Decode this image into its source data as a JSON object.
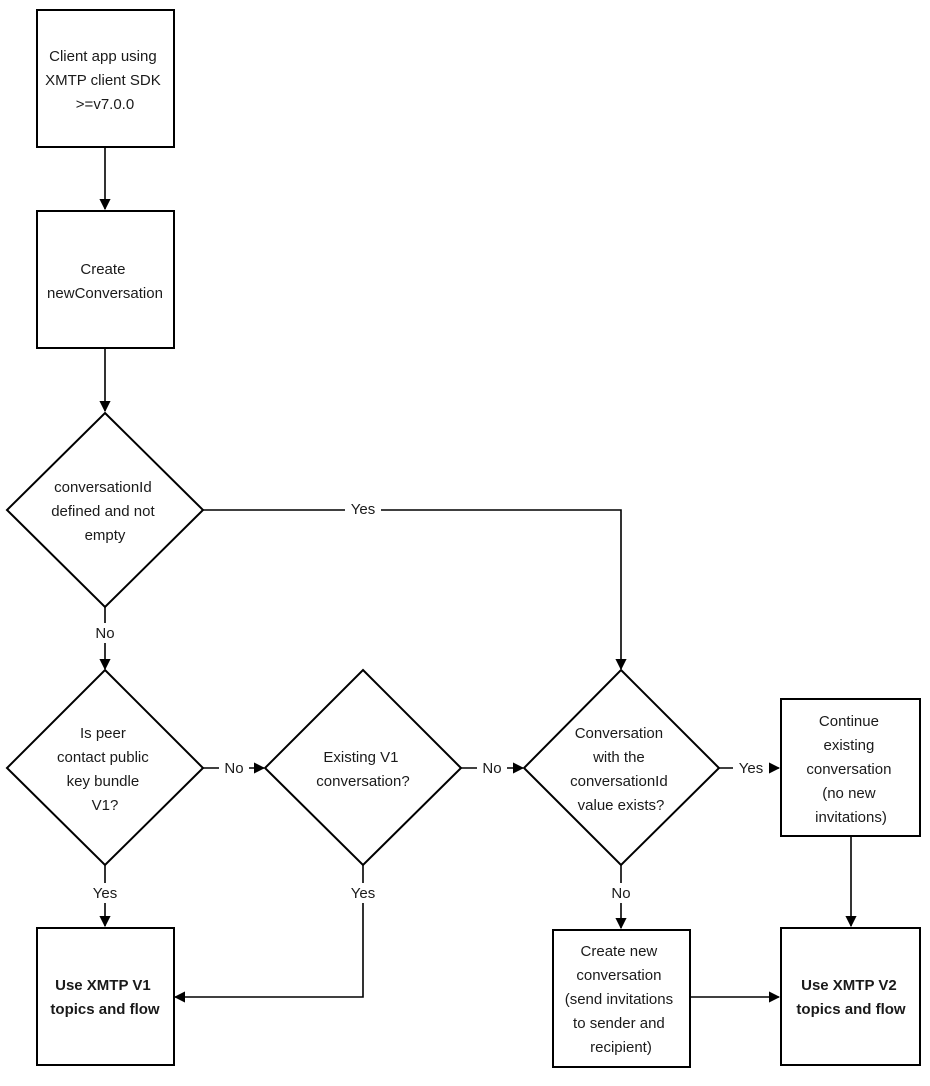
{
  "nodes": {
    "client_app": [
      "Client app using",
      "XMTP client SDK",
      ">=v7.0.0"
    ],
    "create_conv": [
      "Create",
      "newConversation"
    ],
    "conv_id_defined": [
      "conversationId",
      "defined and not",
      "empty"
    ],
    "peer_bundle_v1": [
      "Is peer",
      "contact public",
      "key bundle",
      "V1?"
    ],
    "existing_v1": [
      "Existing V1",
      "conversation?"
    ],
    "conv_exists": [
      "Conversation",
      "with the",
      "conversationId",
      "value exists?"
    ],
    "continue_existing": [
      "Continue",
      "existing",
      "conversation",
      "(no new",
      "invitations)"
    ],
    "use_v1": [
      "Use XMTP V1",
      "topics and flow"
    ],
    "create_new": [
      "Create new",
      "conversation",
      "(send invitations",
      "to sender and",
      "recipient)"
    ],
    "use_v2": [
      "Use XMTP V2",
      "topics and flow"
    ]
  },
  "edge_labels": {
    "yes": "Yes",
    "no": "No"
  }
}
